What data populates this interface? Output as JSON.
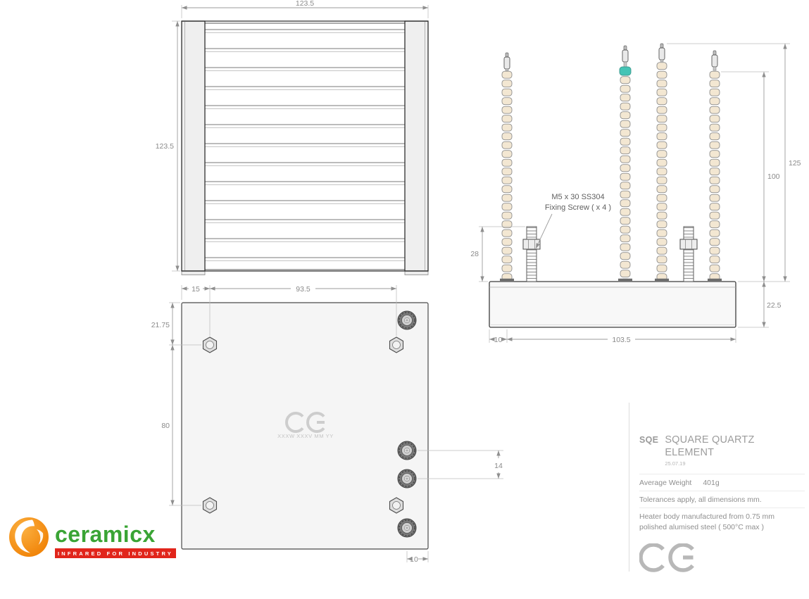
{
  "front_view": {
    "dim_width": "123.5",
    "dim_height": "123.5"
  },
  "side_view": {
    "note_line1": "M5 x 30  SS304",
    "note_line2": "Fixing Screw ( x 4 )",
    "dim_overall_height": "125",
    "dim_insulator_height": "100",
    "dim_screw_height": "28",
    "dim_base_height": "22.5",
    "dim_edge_offset": "10",
    "dim_span": "103.5"
  },
  "back_view": {
    "dim_edge_to_first_hole": "15",
    "dim_hole_span": "93.5",
    "dim_top_to_hole": "21.75",
    "dim_hole_pitch": "80",
    "dim_terminal_gap": "14",
    "dim_bottom_offset": "10",
    "stamp_line": "XXXW XXXV  MM YY",
    "ce_mark": "CE"
  },
  "title_block": {
    "product_code": "SQE",
    "product_title": "SQUARE QUARTZ ELEMENT",
    "revision_date": "25.07.19",
    "weight_label": "Average Weight",
    "weight_value": "401g",
    "tolerance_note": "Tolerances apply, all dimensions mm.",
    "material_note_line1": "Heater body manufactured from 0.75 mm",
    "material_note_line2": "polished alumised steel ( 500°C max )",
    "ce_mark": "CE"
  },
  "logo": {
    "brand": "ceramicx",
    "tagline": "INFRARED FOR INDUSTRY"
  },
  "colors": {
    "brand_green": "#3aa435",
    "brand_orange": "#f7941e",
    "brand_red": "#e1251b",
    "bead_cream": "#f3e7d2",
    "bead_teal": "#45c4b5"
  }
}
